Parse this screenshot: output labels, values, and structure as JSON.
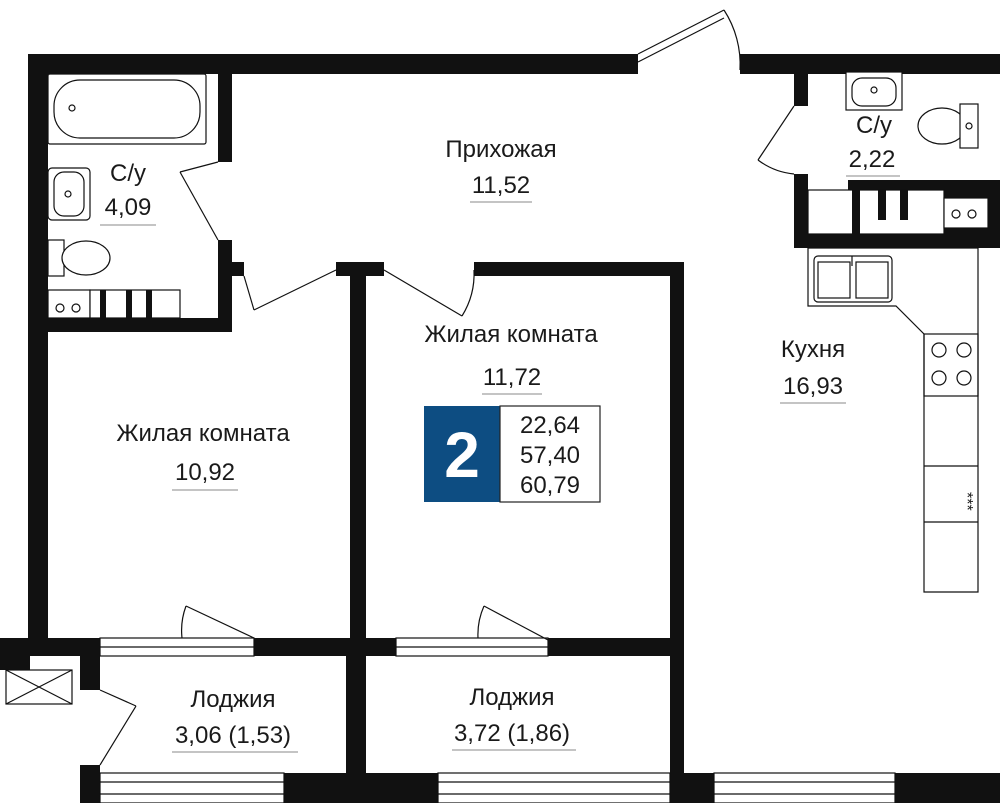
{
  "rooms": {
    "hallway": {
      "name": "Прихожая",
      "area": "11,52"
    },
    "bathroom1": {
      "name": "С/у",
      "area": "4,09"
    },
    "bathroom2": {
      "name": "С/у",
      "area": "2,22"
    },
    "living1": {
      "name": "Жилая комната",
      "area": "10,92"
    },
    "living2": {
      "name": "Жилая комната",
      "area": "11,72"
    },
    "kitchen": {
      "name": "Кухня",
      "area": "16,93"
    },
    "loggia1": {
      "name": "Лоджия",
      "area": "3,06 (1,53)"
    },
    "loggia2": {
      "name": "Лоджия",
      "area": "3,72 (1,86)"
    }
  },
  "badge": {
    "rooms_count": "2",
    "living_area": "22,64",
    "total_area": "57,40",
    "total_with_loggias": "60,79"
  },
  "colors": {
    "badge_bg": "#0d4d82",
    "walls": "#111111"
  }
}
